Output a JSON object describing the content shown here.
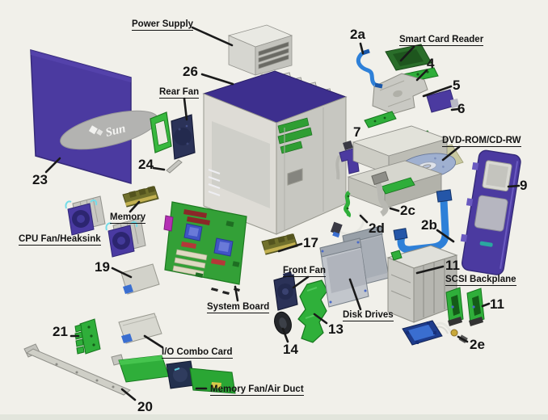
{
  "diagram": {
    "type": "exploded-parts-diagram",
    "subject": "Sun workstation chassis components",
    "background_color": "#f1f0ea",
    "accent_purple": "#4b3aa0",
    "pcb_green": "#2fae3a",
    "cable_blue": "#2e80d8",
    "metal_gray": "#c9c9c3",
    "label_color": "#141414"
  },
  "labels": {
    "power_supply": "Power Supply",
    "smart_card_reader": "Smart Card Reader",
    "rear_fan": "Rear Fan",
    "memory": "Memory",
    "cpu_fan_heatsink": "CPU Fan/Heaksink",
    "system_board": "System Board",
    "front_fan": "Front Fan",
    "io_combo_card": "I/O Combo Card",
    "memory_fan_air_duct": "Memory Fan/Air Duct",
    "dvd_rom_cd_rw": "DVD-ROM/CD-RW",
    "scsi_backplane": "SCSI Backplane",
    "disk_drives": "Disk Drives"
  },
  "numbers": {
    "n2a": "2a",
    "n2b": "2b",
    "n2c": "2c",
    "n2d": "2d",
    "n2e": "2e",
    "n4": "4",
    "n5": "5",
    "n6": "6",
    "n7": "7",
    "n9": "9",
    "n11_top": "11",
    "n11_bottom": "11",
    "n13": "13",
    "n14": "14",
    "n17": "17",
    "n19": "19",
    "n20": "20",
    "n21": "21",
    "n23": "23",
    "n24": "24",
    "n26": "26"
  },
  "logo": {
    "sun_text": "Sun"
  }
}
